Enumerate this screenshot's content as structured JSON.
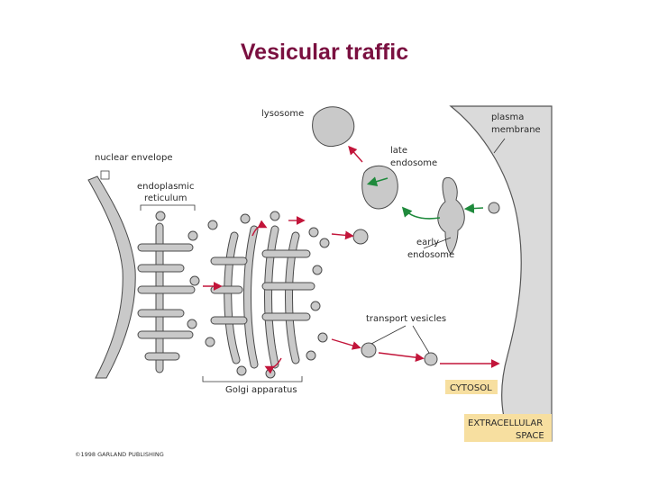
{
  "title": "Vesicular traffic",
  "labels": {
    "lysosome": "lysosome",
    "late_endosome": [
      "late",
      "endosome"
    ],
    "plasma_membrane": [
      "plasma",
      "membrane"
    ],
    "nuclear_envelope": "nuclear envelope",
    "endoplasmic_reticulum": [
      "endoplasmic",
      "reticulum"
    ],
    "early_endosome": [
      "early",
      "endosome"
    ],
    "transport_vesicles": "transport vesicles",
    "golgi_apparatus": "Golgi apparatus",
    "cytosol": "CYTOSOL",
    "extracellular_space": [
      "EXTRACELLULAR",
      "SPACE"
    ],
    "copyright": "©1998 GARLAND PUBLISHING"
  },
  "colors": {
    "title": "#7a1040",
    "organelle_fill": "#c9c9c9",
    "organelle_stroke": "#4a4a4a",
    "arrow_secretory": "#c2153a",
    "arrow_endocytic": "#1f8a3c",
    "label_box": "#f7dfa0"
  }
}
